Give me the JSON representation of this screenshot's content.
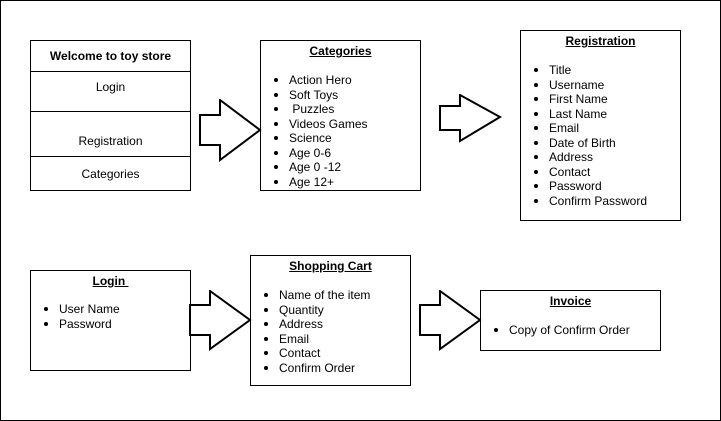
{
  "menu": {
    "header": "Welcome to toy store",
    "items": [
      "Login",
      "Registration",
      "Categories"
    ]
  },
  "categories": {
    "title": "Categories",
    "items": [
      "Action Hero",
      "Soft Toys",
      " Puzzles",
      "Videos Games",
      "Science",
      "Age 0-6",
      "Age 0 -12",
      "Age 12+"
    ]
  },
  "registration": {
    "title": "Registration",
    "items": [
      "Title",
      "Username",
      "First Name",
      "Last Name",
      "Email",
      "Date of Birth",
      "Address",
      "Contact",
      "Password",
      "Confirm Password"
    ]
  },
  "login": {
    "title": "Login ",
    "items": [
      "User Name",
      "Password"
    ]
  },
  "shopping_cart": {
    "title": "Shopping Cart",
    "items": [
      "Name of the item",
      "Quantity",
      "Address",
      "Email",
      "Contact",
      "Confirm Order"
    ]
  },
  "invoice": {
    "title": "Invoice",
    "items": [
      "Copy of Confirm Order"
    ]
  }
}
